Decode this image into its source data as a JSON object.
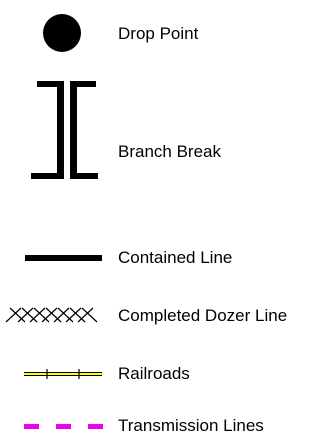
{
  "legend": {
    "items": [
      {
        "key": "drop_point",
        "label": "Drop Point",
        "symbol": "filled-circle",
        "color": "#000000"
      },
      {
        "key": "branch_break",
        "label": "Branch Break",
        "symbol": "double-bracket",
        "color": "#000000"
      },
      {
        "key": "contained_line",
        "label": "Contained Line",
        "symbol": "thick-line",
        "color": "#000000"
      },
      {
        "key": "completed_dozer_line",
        "label": "Completed Dozer Line",
        "symbol": "crosshatch-line",
        "color": "#000000"
      },
      {
        "key": "railroads",
        "label": "Railroads",
        "symbol": "ticked-line",
        "color": "#ffff00"
      },
      {
        "key": "transmission_lines",
        "label": "Transmission Lines",
        "symbol": "dashed-line",
        "color": "#ee00ee"
      }
    ]
  }
}
